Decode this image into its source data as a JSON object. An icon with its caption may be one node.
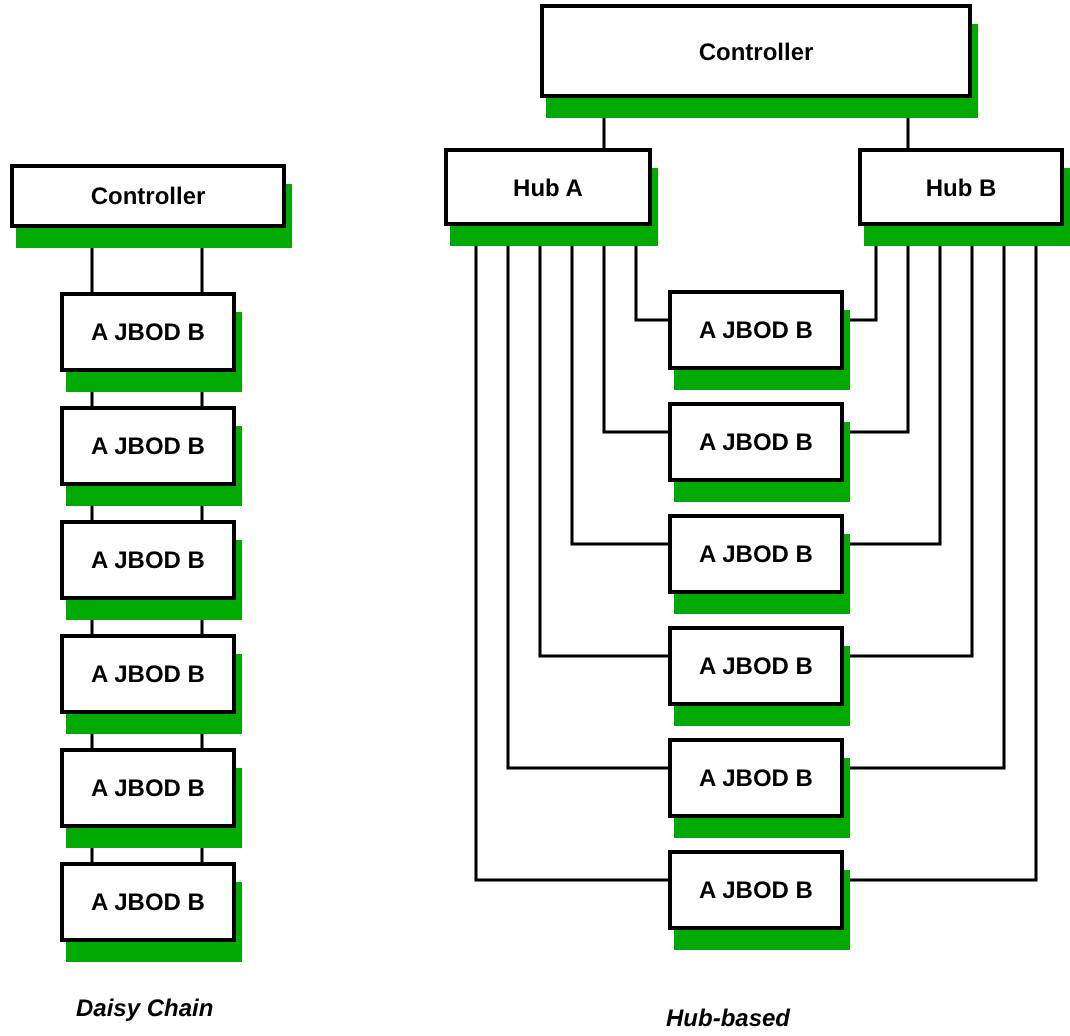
{
  "diagram": {
    "nodes": [
      {
        "text": [
          "Controller"
        ]
      },
      {
        "text": [
          "A JBOD B"
        ]
      },
      {
        "text": [
          "A JBOD B"
        ]
      },
      {
        "text": [
          "A JBOD B"
        ]
      },
      {
        "text": [
          "A JBOD B"
        ]
      },
      {
        "text": [
          "A JBOD B"
        ]
      },
      {
        "text": [
          "A JBOD B"
        ]
      },
      {
        "text": [
          "Controller"
        ]
      },
      {
        "text": [
          "Hub A"
        ]
      },
      {
        "text": [
          "Hub B"
        ]
      },
      {
        "text": [
          "A JBOD B"
        ]
      },
      {
        "text": [
          "A JBOD B"
        ]
      },
      {
        "text": [
          "A JBOD B"
        ]
      },
      {
        "text": [
          "A JBOD B"
        ]
      },
      {
        "text": [
          "A JBOD B"
        ]
      },
      {
        "text": [
          "A JBOD B"
        ]
      }
    ],
    "edges": [
      {
        "from": 0,
        "to": 1,
        "arrow": "none"
      },
      {
        "from": 0,
        "to": 1,
        "arrow": "none"
      },
      {
        "from": 1,
        "to": 2,
        "arrow": "none"
      },
      {
        "from": 1,
        "to": 2,
        "arrow": "none"
      },
      {
        "from": 2,
        "to": 3,
        "arrow": "none"
      },
      {
        "from": 2,
        "to": 3,
        "arrow": "none"
      },
      {
        "from": 3,
        "to": 4,
        "arrow": "none"
      },
      {
        "from": 3,
        "to": 4,
        "arrow": "none"
      },
      {
        "from": 4,
        "to": 5,
        "arrow": "none"
      },
      {
        "from": 4,
        "to": 5,
        "arrow": "none"
      },
      {
        "from": 5,
        "to": 6,
        "arrow": "none"
      },
      {
        "from": 5,
        "to": 6,
        "arrow": "none"
      },
      {
        "from": 7,
        "to": 8,
        "arrow": "none"
      },
      {
        "from": 7,
        "to": 9,
        "arrow": "none"
      },
      {
        "from": 8,
        "to": 10,
        "arrow": "none"
      },
      {
        "from": 8,
        "to": 11,
        "arrow": "none"
      },
      {
        "from": 8,
        "to": 12,
        "arrow": "none"
      },
      {
        "from": 8,
        "to": 13,
        "arrow": "none"
      },
      {
        "from": 8,
        "to": 14,
        "arrow": "none"
      },
      {
        "from": 8,
        "to": 15,
        "arrow": "none"
      },
      {
        "from": 9,
        "to": 10,
        "arrow": "none"
      },
      {
        "from": 9,
        "to": 11,
        "arrow": "none"
      },
      {
        "from": 9,
        "to": 12,
        "arrow": "none"
      },
      {
        "from": 9,
        "to": 13,
        "arrow": "none"
      },
      {
        "from": 9,
        "to": 14,
        "arrow": "none"
      },
      {
        "from": 9,
        "to": 15,
        "arrow": "none"
      }
    ],
    "labels": [
      "Daisy Chain",
      "Hub-based"
    ]
  }
}
